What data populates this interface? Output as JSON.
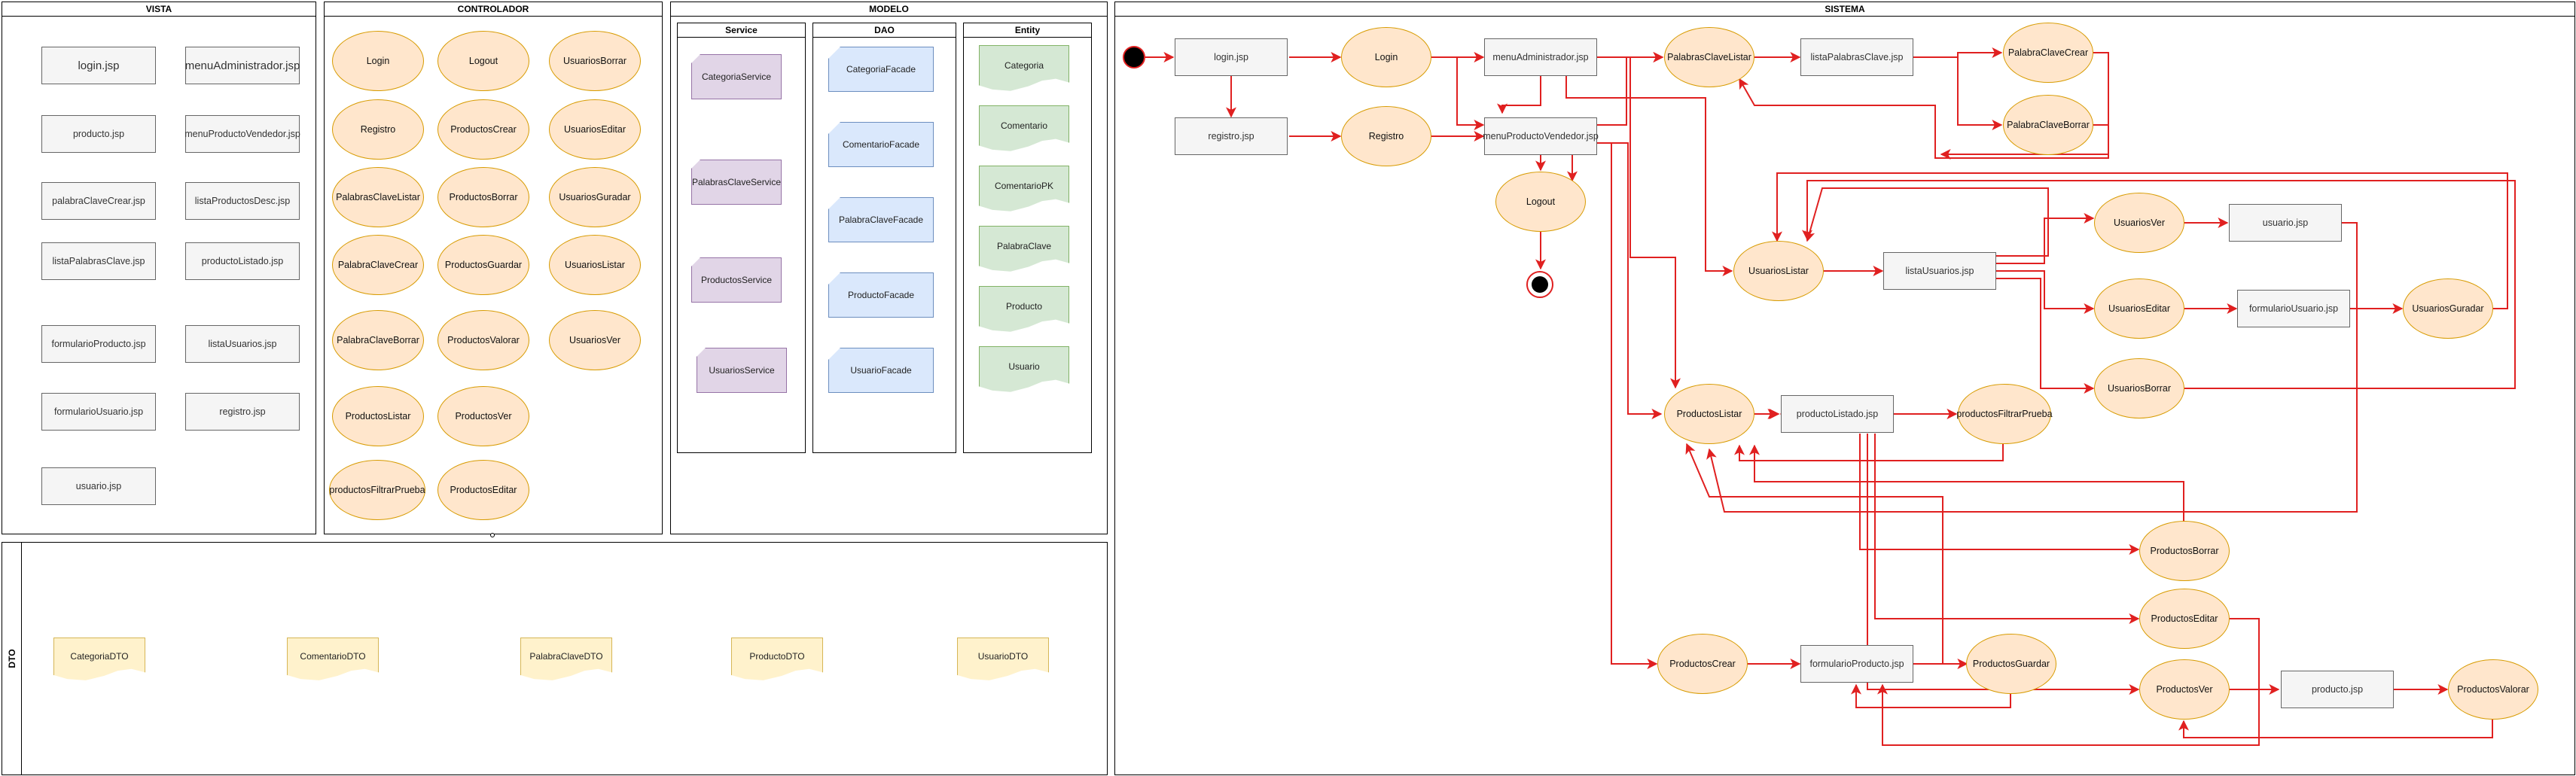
{
  "panels": {
    "vista": "VISTA",
    "controlador": "CONTROLADOR",
    "modelo": "MODELO",
    "sistema": "SISTEMA",
    "dto": "DTO"
  },
  "subpanels": {
    "service": "Service",
    "dao": "DAO",
    "entity": "Entity"
  },
  "vista_items": [
    "login.jsp",
    "menuAdministrador.jsp",
    "producto.jsp",
    "menuProductoVendedor.jsp",
    "palabraClaveCrear.jsp",
    "listaProductosDesc.jsp",
    "listaPalabrasClave.jsp",
    "productoListado.jsp",
    "formularioProducto.jsp",
    "listaUsuarios.jsp",
    "formularioUsuario.jsp",
    "registro.jsp",
    "usuario.jsp"
  ],
  "controlador_items": [
    "Login",
    "Logout",
    "UsuariosBorrar",
    "Registro",
    "ProductosCrear",
    "UsuariosEditar",
    "PalabrasClaveListar",
    "ProductosBorrar",
    "UsuariosGuradar",
    "PalabraClaveCrear",
    "ProductosGuardar",
    "UsuariosListar",
    "PalabraClaveBorrar",
    "ProductosValorar",
    "UsuariosVer",
    "ProductosListar",
    "ProductosVer",
    "productosFiltrarPrueba",
    "ProductosEditar"
  ],
  "service_items": [
    "CategoriaService",
    "PalabrasClaveService",
    "ProductosService",
    "UsuariosService"
  ],
  "dao_items": [
    "CategoriaFacade",
    "ComentarioFacade",
    "PalabraClaveFacade",
    "ProductoFacade",
    "UsuarioFacade"
  ],
  "entity_items": [
    "Categoria",
    "Comentario",
    "ComentarioPK",
    "PalabraClave",
    "Producto",
    "Usuario"
  ],
  "dto_items": [
    "CategoriaDTO",
    "ComentarioDTO",
    "PalabraClaveDTO",
    "ProductoDTO",
    "UsuarioDTO"
  ],
  "sistema": {
    "login_jsp": "login.jsp",
    "registro_jsp": "registro.jsp",
    "login": "Login",
    "registro": "Registro",
    "menu_admin": "menuAdministrador.jsp",
    "menu_vendedor": "menuProductoVendedor.jsp",
    "logout": "Logout",
    "pc_listar": "PalabrasClaveListar",
    "lista_pc": "listaPalabrasClave.jsp",
    "pc_crear": "PalabraClaveCrear",
    "pc_borrar": "PalabraClaveBorrar",
    "usuarios_listar": "UsuariosListar",
    "lista_usuarios": "listaUsuarios.jsp",
    "usuarios_ver": "UsuariosVer",
    "usuario_jsp": "usuario.jsp",
    "usuarios_editar": "UsuariosEditar",
    "form_usuario": "formularioUsuario.jsp",
    "usuarios_guardar": "UsuariosGuradar",
    "usuarios_borrar": "UsuariosBorrar",
    "productos_listar": "ProductosListar",
    "producto_listado": "productoListado.jsp",
    "productos_filtrar": "productosFiltrarPrueba",
    "productos_borrar": "ProductosBorrar",
    "productos_editar": "ProductosEditar",
    "productos_crear": "ProductosCrear",
    "form_producto": "formularioProducto.jsp",
    "productos_guardar": "ProductosGuardar",
    "productos_ver": "ProductosVer",
    "producto_jsp": "producto.jsp",
    "productos_valorar": "ProductosValorar"
  },
  "colors": {
    "arrow": "#e02020",
    "controller_fill": "#ffe6cc",
    "controller_stroke": "#d79b00",
    "jsp_fill": "#f5f5f5"
  }
}
